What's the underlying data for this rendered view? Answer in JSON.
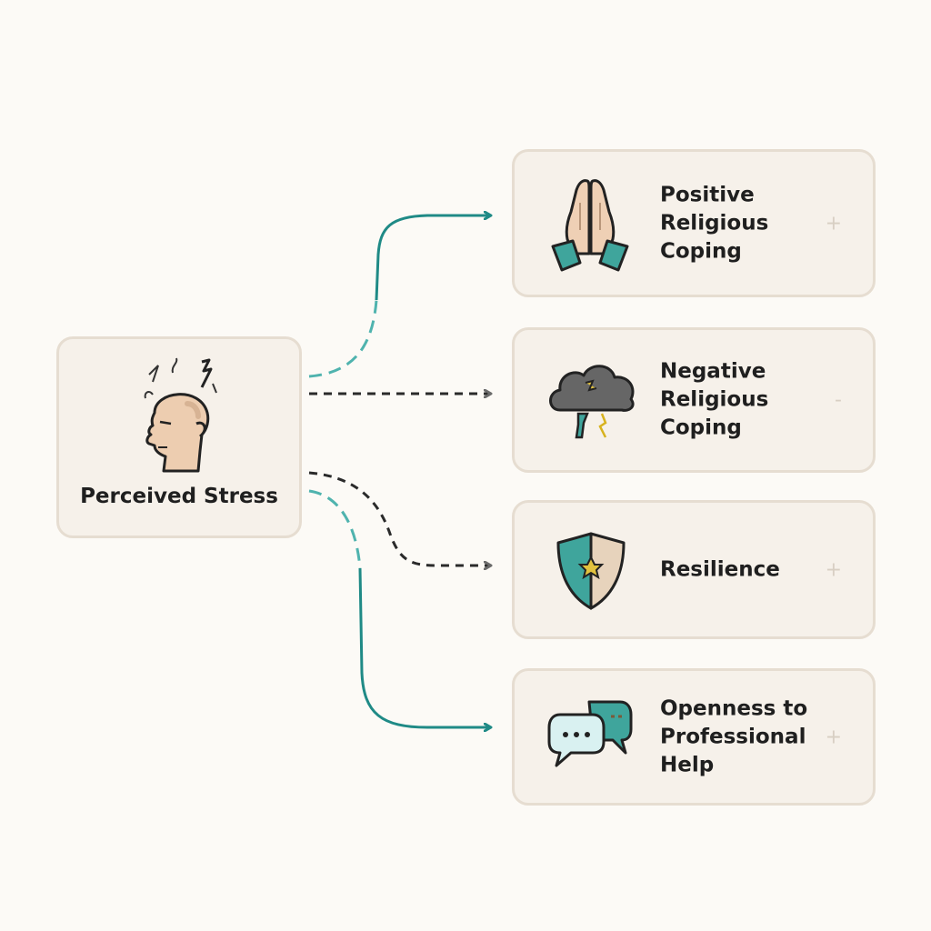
{
  "source": {
    "label": "Perceived Stress",
    "icon": "stressed-head-icon"
  },
  "targets": [
    {
      "label": "Positive\nReligious\nCoping",
      "sign": "+",
      "icon": "praying-hands-icon",
      "link_style": "solid"
    },
    {
      "label": "Negative\nReligious\nCoping",
      "sign": "-",
      "icon": "storm-cloud-icon",
      "link_style": "dashed"
    },
    {
      "label": "Resilience",
      "sign": "+",
      "icon": "shield-icon",
      "link_style": "dashed"
    },
    {
      "label": "Openness to\nProfessional\nHelp",
      "sign": "+",
      "icon": "speech-bubbles-icon",
      "link_style": "solid"
    }
  ],
  "colors": {
    "positive_link": "#1f8a86",
    "negative_link": "#2a2a2a",
    "box_fill": "#f6f1ea",
    "box_border": "#e6ddd1",
    "background": "#fcfaf6"
  }
}
